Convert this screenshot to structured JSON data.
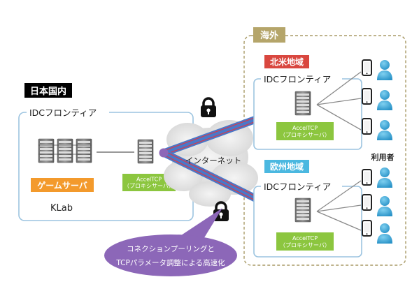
{
  "japan": {
    "region_label": "日本国内",
    "idc_label": "IDCフロンティア",
    "game_server_label": "ゲームサーバ",
    "company_label": "KLab",
    "proxy_label": "AccelTCP\n（プロキシサーバ）"
  },
  "overseas": {
    "label": "海外",
    "north_america": {
      "region_label": "北米地域",
      "idc_label": "IDCフロンティア",
      "proxy_label": "AccelTCP\n（プロキシサーバ）"
    },
    "europe": {
      "region_label": "欧州地域",
      "idc_label": "IDCフロンティア",
      "proxy_label": "AccelTCP\n（プロキシサーバ）"
    },
    "users_label": "利用者"
  },
  "internet_label": "インターネット",
  "callout": {
    "line1": "コネクションプーリングと",
    "line2": "TCPパラメータ調整による高速化"
  },
  "icons": {
    "server": "server-rack-icon",
    "lock": "padlock-icon",
    "phone": "smartphone-icon",
    "user": "person-icon",
    "cloud": "cloud-icon"
  },
  "colors": {
    "japan_label_bg": "#000000",
    "game_server_bg": "#f39a2c",
    "proxy_bg": "#8cc63f",
    "north_america_bg": "#d9473f",
    "europe_bg": "#4bb8e0",
    "overseas_label_bg": "#b5a56a",
    "tunnel_blue": "#4a78c8",
    "tunnel_red": "#d83a4a",
    "node_purple": "#8c67b8",
    "callout_bg": "#8c67b8",
    "user_blue": "#3fa9d9"
  }
}
